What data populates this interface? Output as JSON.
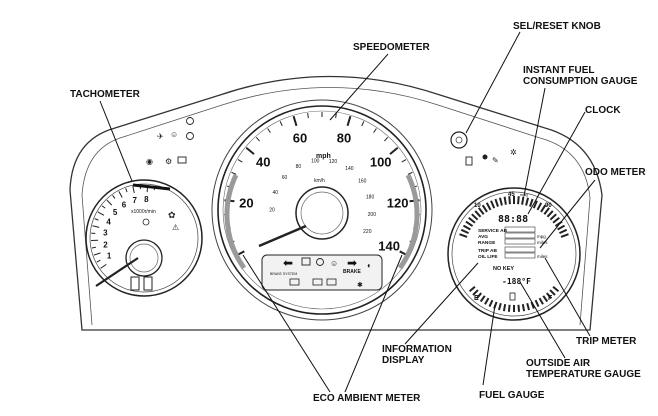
{
  "callouts": {
    "sel_reset": "SEL/RESET KNOB",
    "speedometer": "SPEEDOMETER",
    "instant_fuel_1": "INSTANT FUEL",
    "instant_fuel_2": "CONSUMPTION GAUGE",
    "tachometer": "TACHOMETER",
    "clock": "CLOCK",
    "odo": "ODO METER",
    "trip": "TRIP METER",
    "info_1": "INFORMATION",
    "info_2": "DISPLAY",
    "outside_1": "OUTSIDE AIR",
    "outside_2": "TEMPERATURE GAUGE",
    "eco": "ECO AMBIENT METER",
    "fuel": "FUEL GAUGE"
  },
  "tachometer": {
    "numbers": [
      "1",
      "2",
      "3",
      "4",
      "5",
      "6",
      "7",
      "8"
    ],
    "unit": "x1000r/min"
  },
  "speedometer": {
    "mph_numbers": [
      "20",
      "40",
      "60",
      "80",
      "100",
      "120",
      "140"
    ],
    "mph_unit": "mph",
    "kmh_numbers": [
      "20",
      "40",
      "60",
      "80",
      "100",
      "120",
      "140",
      "160",
      "180",
      "200",
      "220"
    ],
    "kmh_unit": "km/h",
    "info_labels": {
      "brake": "BRAKE",
      "brake_system": "BRAKE SYSTEM"
    }
  },
  "right_gauge": {
    "fuel_scale": [
      "10",
      "45",
      "90"
    ],
    "fuel_unit": "mpg",
    "clock_digits": "88:88",
    "rows": [
      {
        "label": "SERVICE AB",
        "value": "",
        "unit": ""
      },
      {
        "label": "AVG",
        "value": "",
        "unit": "mpg"
      },
      {
        "label": "RANGE",
        "value": "",
        "unit": "miles"
      },
      {
        "label": "TRIP AB",
        "value": "",
        "unit": ""
      },
      {
        "label": "OIL LIFE",
        "value": "",
        "unit": "miles"
      }
    ],
    "no_key": "NO KEY",
    "temp": "-188°F",
    "empty_mark": "E",
    "full_mark": "F"
  }
}
